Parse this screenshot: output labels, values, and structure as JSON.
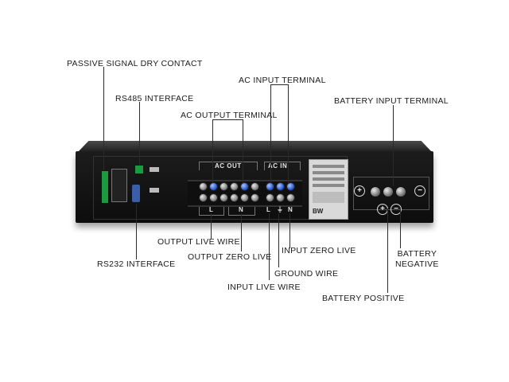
{
  "labels": {
    "passive_signal": "PASSIVE SIGNAL DRY CONTACT",
    "rs485": "RS485 INTERFACE",
    "ac_input_terminal": "AC INPUT TERMINAL",
    "ac_output_terminal": "AC OUTPUT TERMINAL",
    "battery_input_terminal": "BATTERY INPUT TERMINAL",
    "output_live_wire": "OUTPUT LIVE WIRE",
    "output_zero_live": "OUTPUT ZERO LIVE",
    "input_zero_live": "INPUT ZERO LIVE",
    "rs232": "RS232 INTERFACE",
    "ground_wire": "GROUND WIRE",
    "input_live_wire": "INPUT LIVE WIRE",
    "battery_negative": "BATTERY\nNEGATIVE",
    "battery_positive": "BATTERY POSITIVE"
  },
  "device": {
    "ac_out": "AC OUT",
    "ac_in": "AC IN",
    "l_left": "L",
    "n_left": "N",
    "l_right": "L",
    "ground_mark": "⏚",
    "n_right": "N",
    "plus": "+",
    "minus": "−",
    "brand": "BW"
  },
  "colors": {
    "unit_body": "#111111",
    "highlight_screw": "#1e4fd0",
    "terminal_green": "#1c9a3f"
  }
}
